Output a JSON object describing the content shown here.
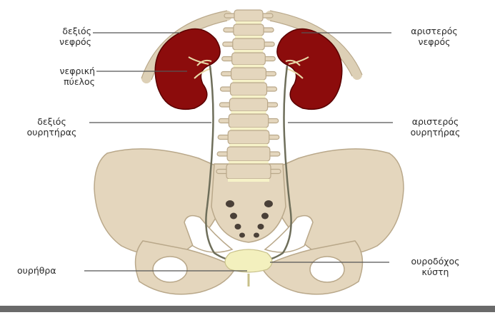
{
  "labels": {
    "right_kidney": [
      "δεξιός",
      "νεφρός"
    ],
    "left_kidney": [
      "αριστερός",
      "νεφρός"
    ],
    "renal_pelvis": [
      "νεφρική",
      "πύελος"
    ],
    "right_ureter": [
      "δεξιός",
      "ουρητήρας"
    ],
    "left_ureter": [
      "αριστερός",
      "ουρητήρας"
    ],
    "urethra": "ουρήθρα",
    "bladder": [
      "ουροδόχος",
      "κύστη"
    ]
  },
  "colors": {
    "bone": "#e4d6bd",
    "bone_outline": "#b9a88a",
    "kidney": "#8c0c0c",
    "kidney_outline": "#5a0000",
    "disc": "#f6f2c8",
    "bladder": "#f3f0be",
    "ureter": "#6e6e5a",
    "leader": "#555555",
    "bottom_bar": "#6a6a6a"
  }
}
